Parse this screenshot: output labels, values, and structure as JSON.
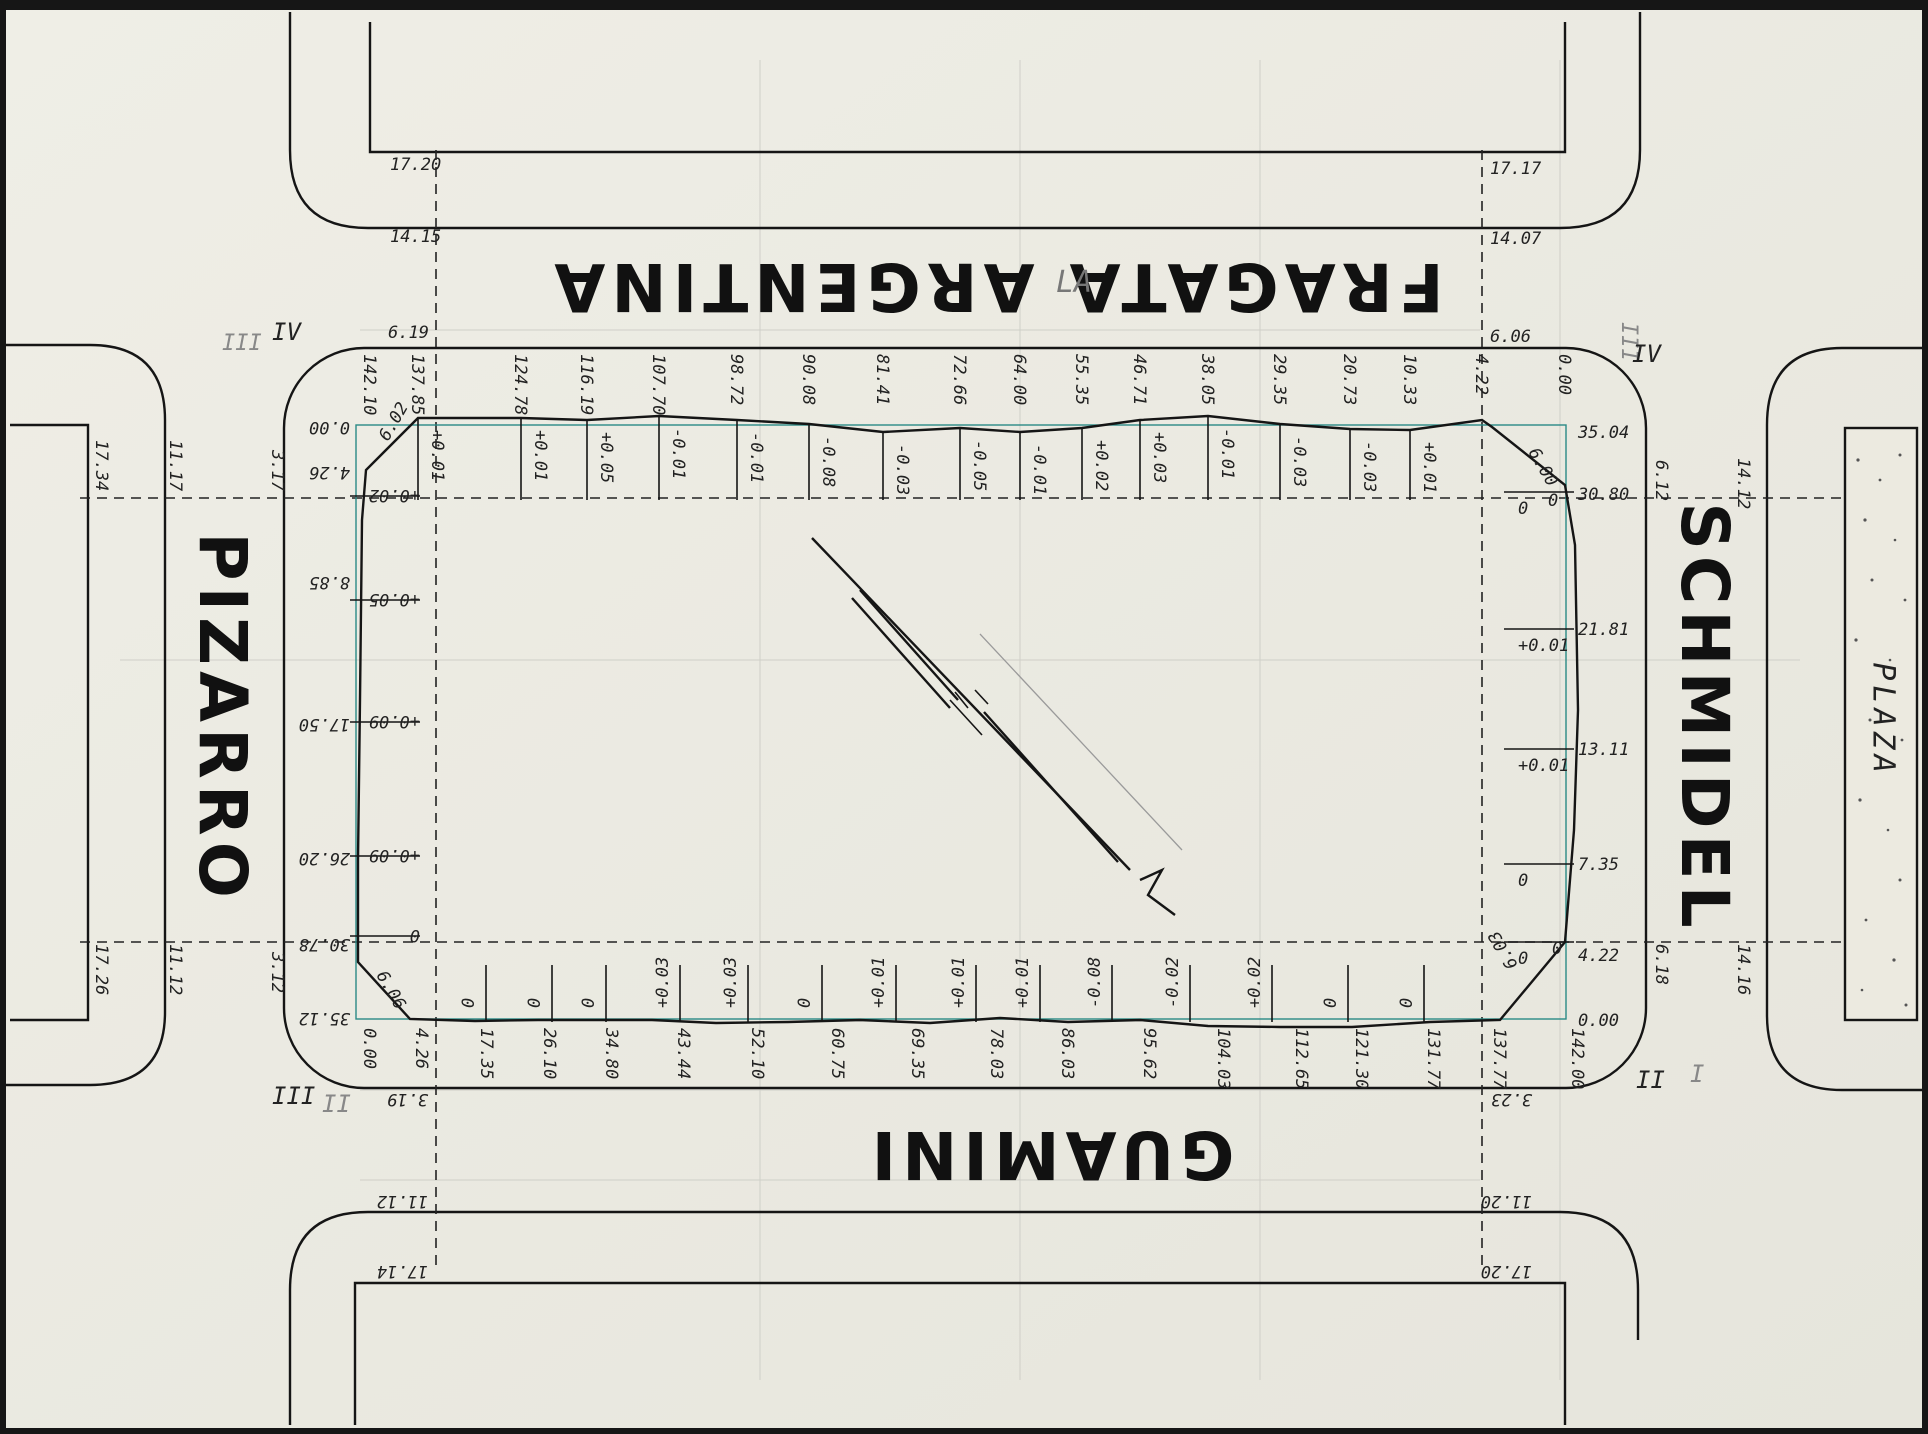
{
  "streets": {
    "top": "FRAGATA ARGENTINA",
    "top_note": "LA",
    "left": "PIZARRO",
    "right": "SCHMIDEL",
    "bottom": "GUAMINI",
    "plaza": "PLAZA"
  },
  "top_stations": [
    "142.10",
    "137.85",
    "124.78",
    "116.19",
    "107.70",
    "98.72",
    "90.08",
    "81.41",
    "72.66",
    "64.00",
    "55.35",
    "46.71",
    "38.05",
    "29.35",
    "20.73",
    "10.33",
    "4.22",
    "0.00"
  ],
  "top_diffs": [
    "+0.01",
    "+0.01",
    "+0.05",
    "-0.01",
    "-0.01",
    "-0.08",
    "-0.03",
    "-0.05",
    "-0.01",
    "+0.02",
    "+0.03",
    "-0.01",
    "-0.03",
    "-0.03",
    "+0.01"
  ],
  "bottom_stations": [
    "0.00",
    "4.26",
    "17.35",
    "26.10",
    "34.80",
    "43.44",
    "52.10",
    "60.75",
    "69.35",
    "78.03",
    "86.03",
    "95.62",
    "104.03",
    "112.65",
    "121.30",
    "131.77",
    "137.77",
    "142.00"
  ],
  "bottom_diffs": [
    "0",
    "0",
    "0",
    "+0.03",
    "+0.03",
    "0",
    "+0.01",
    "+0.01",
    "+0.01",
    "-0.08",
    "-0.02",
    "+0.02",
    "0",
    "0"
  ],
  "left_stations": [
    "0.00",
    "4.26",
    "8.85",
    "17.50",
    "26.20",
    "30.78",
    "35.12"
  ],
  "left_diffs": [
    "+0.02",
    "+0.05",
    "+0.09",
    "+0.09",
    "0"
  ],
  "right_stations": [
    "35.04",
    "30.80",
    "21.81",
    "13.11",
    "7.35",
    "4.22",
    "0.00"
  ],
  "right_diffs": [
    "0",
    "+0.01",
    "+0.01",
    "0",
    "0"
  ],
  "chamfers": {
    "top_left": "6.02",
    "top_right": "6.00",
    "bottom_left": "6.06",
    "bottom_right": "6.03",
    "top_right_zero": "0",
    "bottom_right_zero": "0"
  },
  "street_widths": {
    "top_left_outer": "17.20",
    "top_left_mid": "14.15",
    "top_left_inner": "6.19",
    "top_right_outer": "17.17",
    "top_right_mid": "14.07",
    "top_right_inner": "6.06",
    "left_top_a": "17.34",
    "left_top_b": "11.17",
    "left_top_c": "3.17",
    "left_bottom_a": "17.26",
    "left_bottom_b": "11.12",
    "left_bottom_c": "3.12",
    "right_top_a": "6.12",
    "right_top_b": "14.12",
    "right_bottom_a": "6.18",
    "right_bottom_b": "14.16",
    "bottom_left_inner": "3.19",
    "bottom_left_mid": "11.12",
    "bottom_left_outer": "17.14",
    "bottom_right_inner": "3.23",
    "bottom_right_mid": "11.20",
    "bottom_right_outer": "17.20"
  },
  "corner_marks": {
    "top_left_a": "III",
    "top_left_b": "IV",
    "top_right_a": "III",
    "top_right_b": "IV",
    "bottom_left_a": "III",
    "bottom_left_b": "II",
    "bottom_right_a": "II",
    "bottom_right_b": "I"
  }
}
